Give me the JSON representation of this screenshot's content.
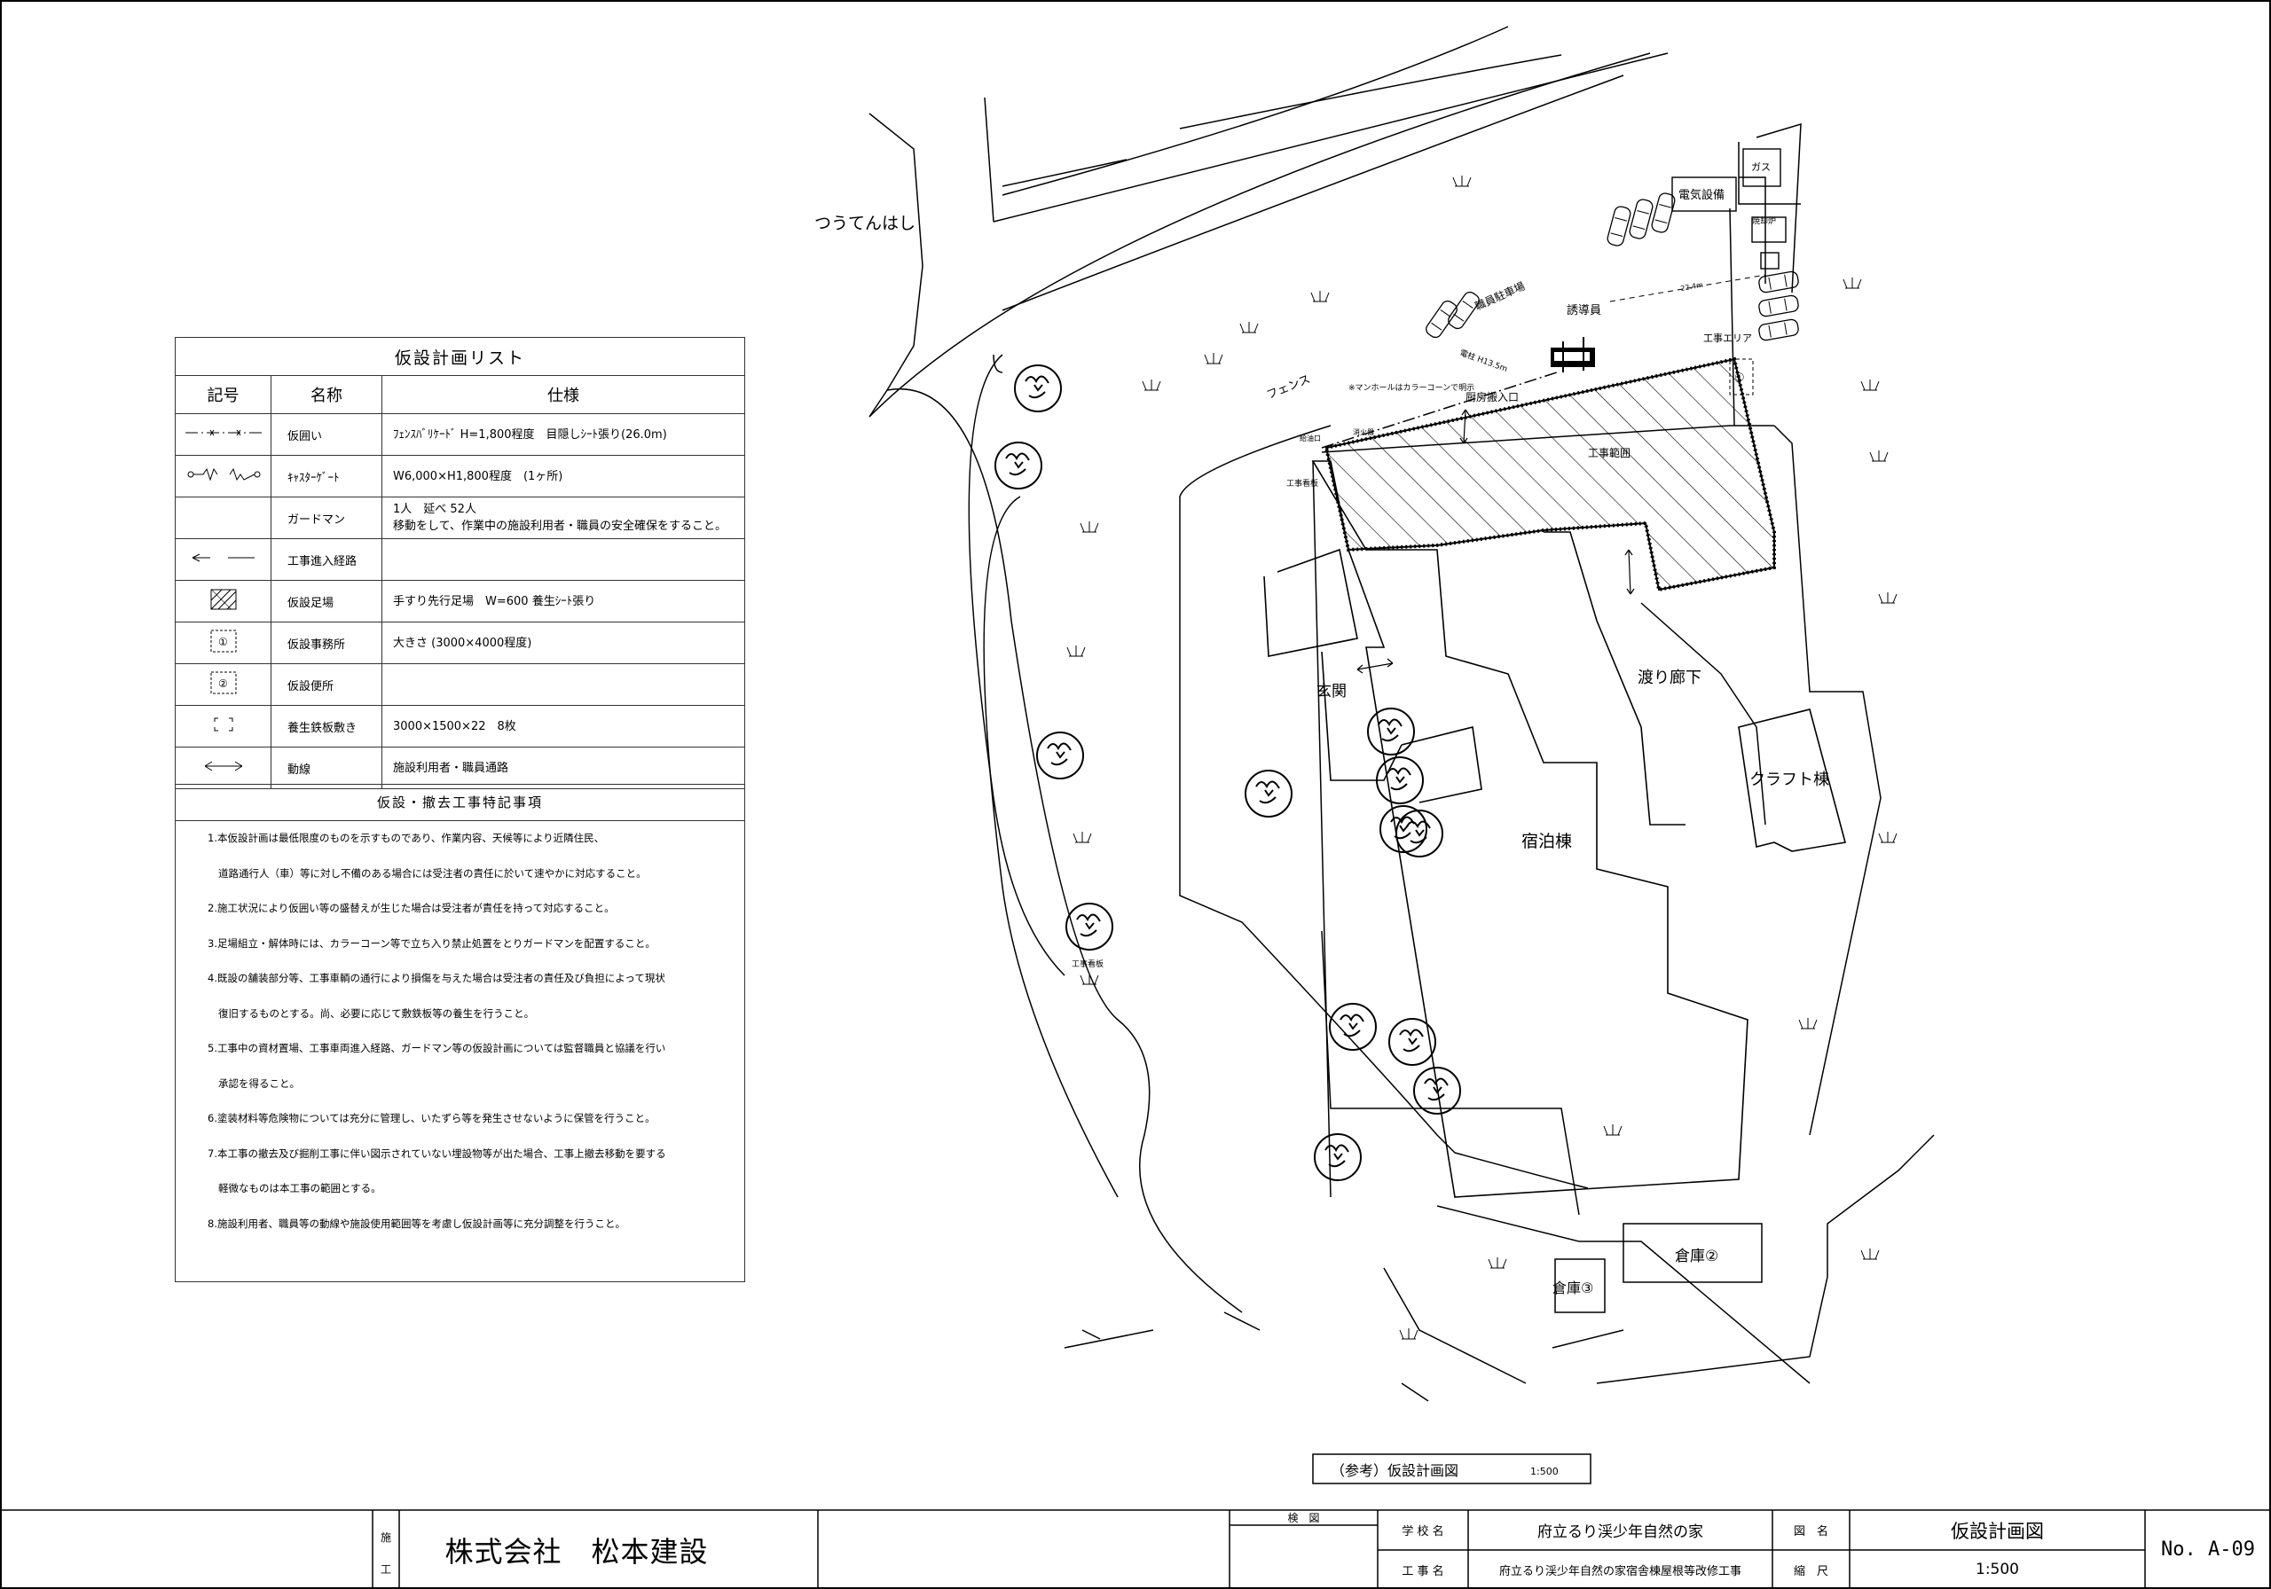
{
  "labels": {
    "tsuten": "つうてんはし",
    "gas": "ガス",
    "denki": "電気設備",
    "shokyakuro": "焼却炉",
    "syokuin_parking": "職員駐車場",
    "yudoin": "誘導員",
    "distance": "22.4m",
    "fence": "フェンス",
    "manhole_note": "※マンホールはカラーコーンで明示",
    "pole": "電柱 H13.5m",
    "chubo": "厨房搬入口",
    "koji_area": "工事エリア",
    "kyuyuguchi": "給油口",
    "shokaki": "消火器",
    "koji_kanban": "工事看板",
    "koji_hani": "工事範囲",
    "genkan": "玄関",
    "watari": "渡り廊下",
    "craft": "クラフト棟",
    "shukuhaku": "宿泊棟",
    "koji_kanban2": "工事看板",
    "soko2": "倉庫②",
    "soko3": "倉庫③",
    "box_mark": "①",
    "sankou_title": "（参考）仮設計画図",
    "sankou_scale": "1:500"
  },
  "legend": {
    "title": "仮設計画リスト",
    "headers": [
      "記号",
      "名称",
      "仕様"
    ],
    "rows": [
      {
        "symbol": "fence-line-icon",
        "name": "仮囲い",
        "spec": "ﾌｪﾝｽﾊﾞﾘｹｰﾄﾞ H=1,800程度　目隠しｼｰﾄ張り(26.0m)"
      },
      {
        "symbol": "caster-gate-icon",
        "name": "ｷｬｽﾀｰｹﾞｰﾄ",
        "spec": "W6,000×H1,800程度　(1ヶ所)"
      },
      {
        "symbol": "",
        "name": "ガードマン",
        "spec": "1人　延べ 52人",
        "spec2": "移動をして、作業中の施設利用者・職員の安全確保をすること。"
      },
      {
        "symbol": "dashed-arrow-icon",
        "name": "工事進入経路",
        "spec": ""
      },
      {
        "symbol": "hatch-square-icon",
        "name": "仮設足場",
        "spec": "手すり先行足場　W=600 養生ｼｰﾄ張り"
      },
      {
        "symbol": "circled-1-box-icon",
        "name": "仮設事務所",
        "spec": "大きさ (3000×4000程度)"
      },
      {
        "symbol": "circled-2-box-icon",
        "name": "仮設便所",
        "spec": ""
      },
      {
        "symbol": "corner-marks-icon",
        "name": "養生鉄板敷き",
        "spec": "3000×1500×22　8枚"
      },
      {
        "symbol": "double-arrow-icon",
        "name": "動線",
        "spec": "施設利用者・職員通路"
      }
    ],
    "symbol_marks": {
      "one": "①",
      "two": "②"
    }
  },
  "notes": {
    "title": "仮設・撤去工事特記事項",
    "lines": [
      {
        "text": "1.本仮設計画は最低限度のものを示すものであり、作業内容、天候等により近隣住民、",
        "cont": false
      },
      {
        "text": "道路通行人（車）等に対し不備のある場合には受注者の責任に於いて速やかに対応すること。",
        "cont": true
      },
      {
        "text": "2.施工状況により仮囲い等の盛替えが生じた場合は受注者が責任を持って対応すること。",
        "cont": false
      },
      {
        "text": "3.足場組立・解体時には、カラーコーン等で立ち入り禁止処置をとりガードマンを配置すること。",
        "cont": false
      },
      {
        "text": "4.既設の舗装部分等、工事車輌の通行により損傷を与えた場合は受注者の責任及び負担によって現状",
        "cont": false
      },
      {
        "text": "復旧するものとする。尚、必要に応じて敷鉄板等の養生を行うこと。",
        "cont": true
      },
      {
        "text": "5.工事中の資材置場、工事車両進入経路、ガードマン等の仮設計画については監督職員と協議を行い",
        "cont": false
      },
      {
        "text": "承認を得ること。",
        "cont": true
      },
      {
        "text": "6.塗装材料等危険物については充分に管理し、いたずら等を発生させないように保管を行うこと。",
        "cont": false
      },
      {
        "text": "7.本工事の撤去及び掘削工事に伴い図示されていない埋設物等が出た場合、工事上撤去移動を要する",
        "cont": false
      },
      {
        "text": "軽微なものは本工事の範囲とする。",
        "cont": true
      },
      {
        "text": "8.施設利用者、職員等の動線や施設使用範囲等を考慮し仮設計画等に充分調整を行うこと。",
        "cont": false
      }
    ]
  },
  "titleblock": {
    "seko_1": "施",
    "seko_2": "工",
    "company": "株式会社　松本建設",
    "kenzu": "検　図",
    "school_label": "学 校 名",
    "school": "府立るり渓少年自然の家",
    "work_label": "工 事 名",
    "work": "府立るり渓少年自然の家宿舎棟屋根等改修工事",
    "drawing_label": "図　名",
    "drawing": "仮設計画図",
    "scale_label": "縮　尺",
    "scale": "1:500",
    "number": "No. A-09"
  }
}
